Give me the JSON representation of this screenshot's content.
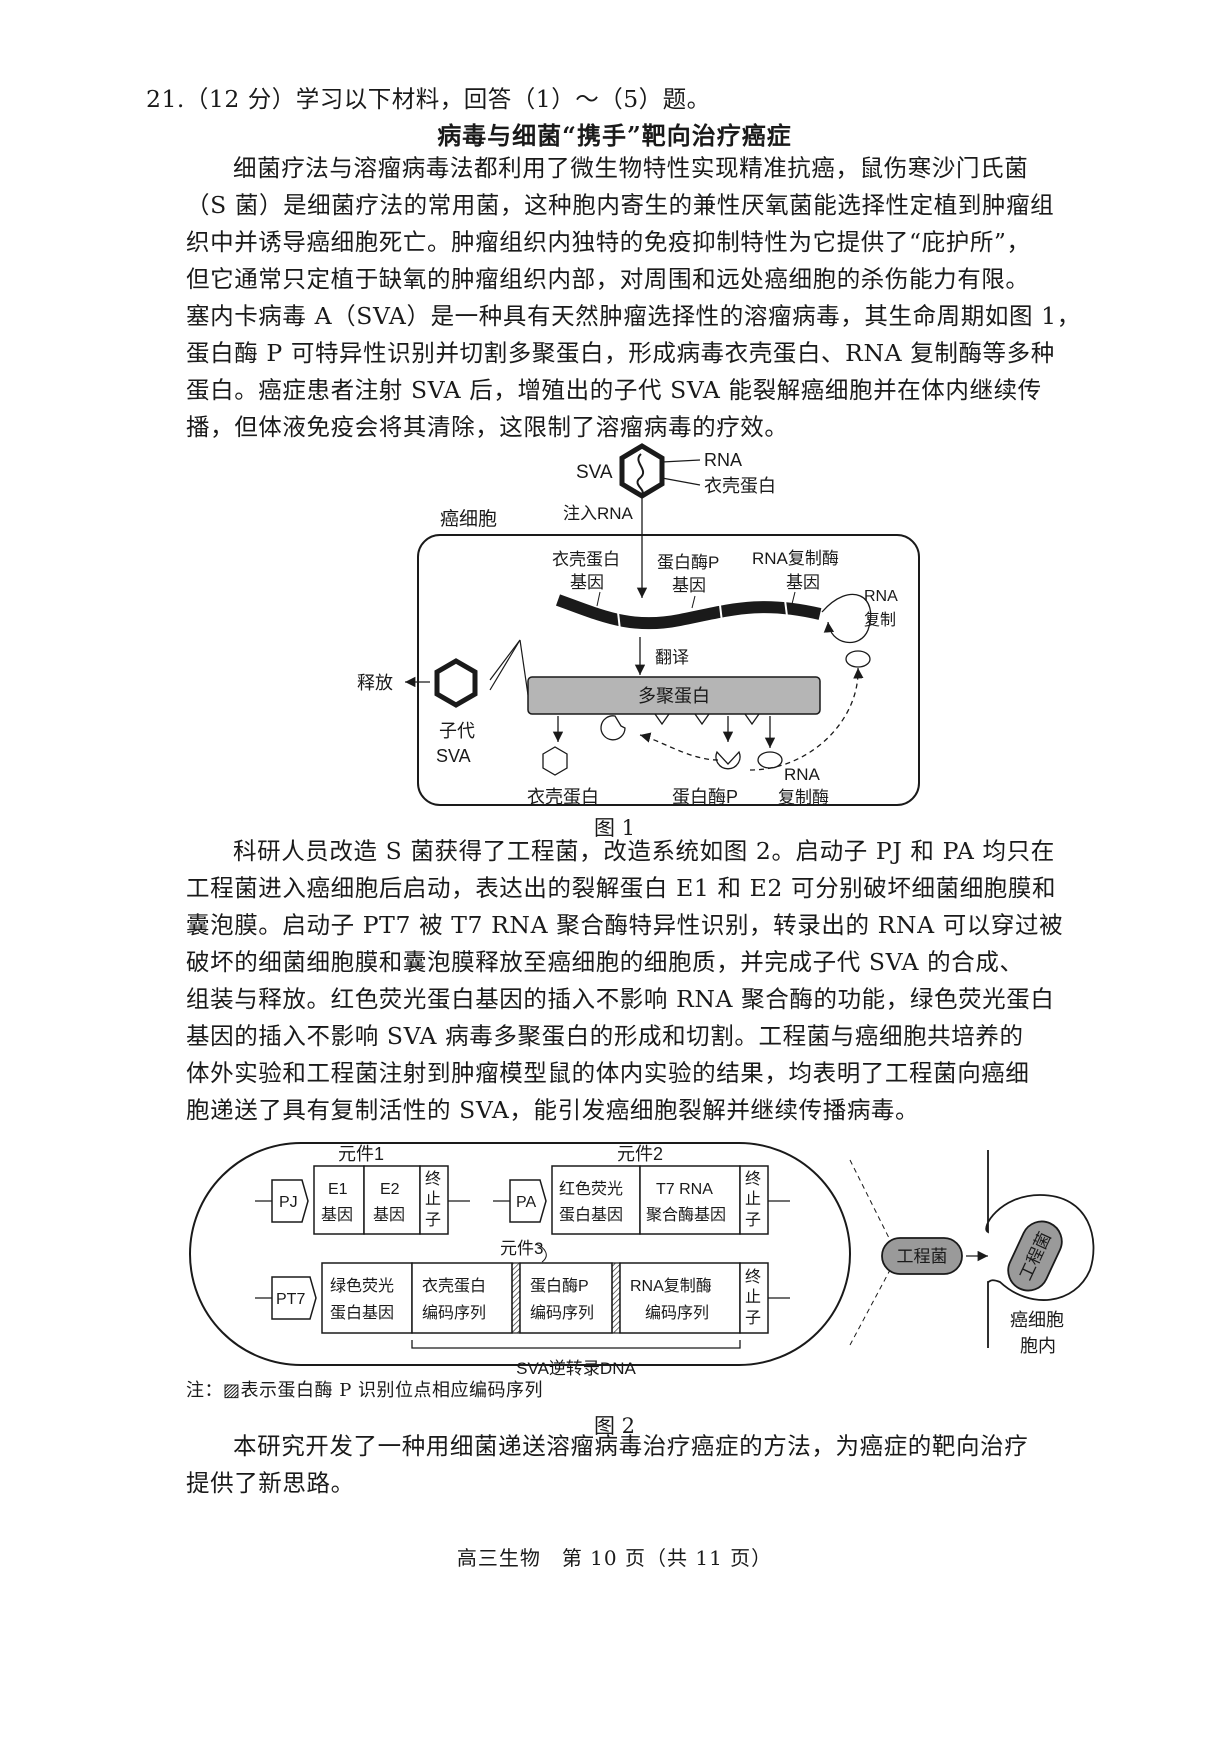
{
  "question": {
    "header": "21.（12 分）学习以下材料，回答（1）～（5）题。",
    "title": "病毒与细菌“携手”靶向治疗癌症"
  },
  "paragraph1": [
    "细菌疗法与溶瘤病毒法都利用了微生物特性实现精准抗癌，鼠伤寒沙门氏菌",
    "（S 菌）是细菌疗法的常用菌，这种胞内寄生的兼性厌氧菌能选择性定植到肿瘤组",
    "织中并诱导癌细胞死亡。肿瘤组织内独特的免疫抑制特性为它提供了“庇护所”，",
    "但它通常只定植于缺氧的肿瘤组织内部，对周围和远处癌细胞的杀伤能力有限。",
    "塞内卡病毒 A（SVA）是一种具有天然肿瘤选择性的溶瘤病毒，其生命周期如图 1，",
    "蛋白酶 P 可特异性识别并切割多聚蛋白，形成病毒衣壳蛋白、RNA 复制酶等多种",
    "蛋白。癌症患者注射 SVA 后，增殖出的子代 SVA 能裂解癌细胞并在体内继续传",
    "播，但体液免疫会将其清除，这限制了溶瘤病毒的疗效。"
  ],
  "figure1": {
    "sva_label": "SVA",
    "rna_label": "RNA",
    "capsid_label": "衣壳蛋白",
    "inject_label": "注入RNA",
    "cell_label": "癌细胞",
    "gene_capsid_1": "衣壳蛋白",
    "gene_capsid_2": "基因",
    "gene_protease_1": "蛋白酶P",
    "gene_protease_2": "基因",
    "gene_rdrp_1": "RNA复制酶",
    "gene_rdrp_2": "基因",
    "rna_rep_1": "RNA",
    "rna_rep_2": "复制",
    "translate_label": "翻译",
    "polyprotein_label": "多聚蛋白",
    "release_label": "释放",
    "progeny_1": "子代",
    "progeny_2": "SVA",
    "bottom_capsid": "衣壳蛋白",
    "bottom_protease": "蛋白酶P",
    "bottom_rdrp_1": "RNA",
    "bottom_rdrp_2": "复制酶",
    "caption": "图 1"
  },
  "paragraph2": [
    "科研人员改造 S 菌获得了工程菌，改造系统如图 2。启动子 PJ 和 PA 均只在",
    "工程菌进入癌细胞后启动，表达出的裂解蛋白 E1 和 E2 可分别破坏细菌细胞膜和",
    "囊泡膜。启动子 PT7 被 T7 RNA 聚合酶特异性识别，转录出的 RNA 可以穿过被",
    "破坏的细菌细胞膜和囊泡膜释放至癌细胞的细胞质，并完成子代 SVA 的合成、",
    "组装与释放。红色荧光蛋白基因的插入不影响 RNA 聚合酶的功能，绿色荧光蛋白",
    "基因的插入不影响 SVA 病毒多聚蛋白的形成和切割。工程菌与癌细胞共培养的",
    "体外实验和工程菌注射到肿瘤模型鼠的体内实验的结果，均表明了工程菌向癌细",
    "胞递送了具有复制活性的 SVA，能引发癌细胞裂解并继续传播病毒。"
  ],
  "figure2": {
    "element1": "元件1",
    "element2": "元件2",
    "element3": "元件3",
    "pj": "PJ",
    "e1_1": "E1",
    "e1_2": "基因",
    "e2_1": "E2",
    "e2_2": "基因",
    "term_1": "终",
    "term_2": "止",
    "term_3": "子",
    "pa": "PA",
    "rfp_1": "红色荧光",
    "rfp_2": "蛋白基因",
    "t7_1": "T7 RNA",
    "t7_2": "聚合酶基因",
    "pt7": "PT7",
    "gfp_1": "绿色荧光",
    "gfp_2": "蛋白基因",
    "capsid_1": "衣壳蛋白",
    "capsid_2": "编码序列",
    "protease_1": "蛋白酶P",
    "protease_2": "编码序列",
    "rdrp_1": "RNA复制酶",
    "rdrp_2": "编码序列",
    "sva_dna": "SVA逆转录DNA",
    "engineered_bacteria": "工程菌",
    "inner_bacteria": "工程菌",
    "cancer_cell_1": "癌细胞",
    "cancer_cell_2": "胞内",
    "note": "注：▨表示蛋白酶 P 识别位点相应编码序列",
    "caption": "图 2"
  },
  "paragraph3": [
    "本研究开发了一种用细菌递送溶瘤病毒治疗癌症的方法，为癌症的靶向治疗",
    "提供了新思路。"
  ],
  "footer": "高三生物　第 10 页（共 11 页）"
}
